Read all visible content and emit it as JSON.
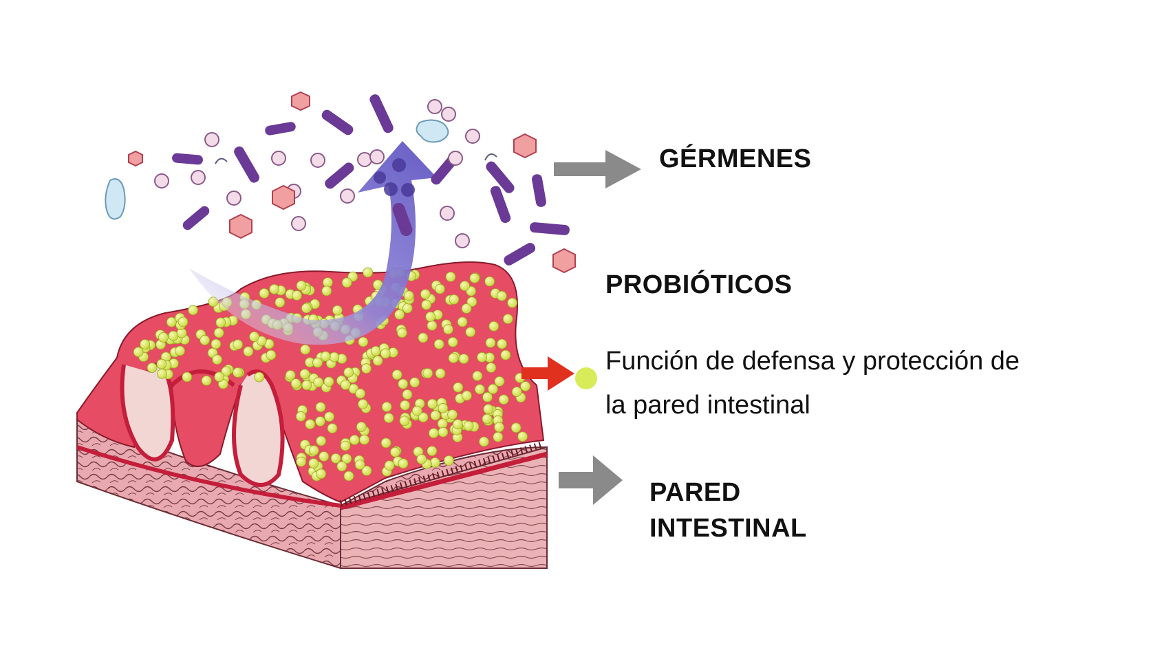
{
  "labels": {
    "germenes": "GÉRMENES",
    "probioticos": "PROBIÓTICOS",
    "funcion_line1": "Función de defensa y protección de",
    "funcion_line2": "la pared intestinal",
    "pared_line1": "PARED",
    "pared_line2": "INTESTINAL"
  },
  "colors": {
    "tissue_red": "#e64c63",
    "tissue_dark": "#c41e3a",
    "tissue_pink": "#e8a9ad",
    "probiotic_yellow": "#e1ec5a",
    "germ_purple": "#6a3a96",
    "arrow_blue": "#6b5fc8",
    "pointer_gray": "#8a8a8a",
    "pointer_red": "#e0301e"
  }
}
